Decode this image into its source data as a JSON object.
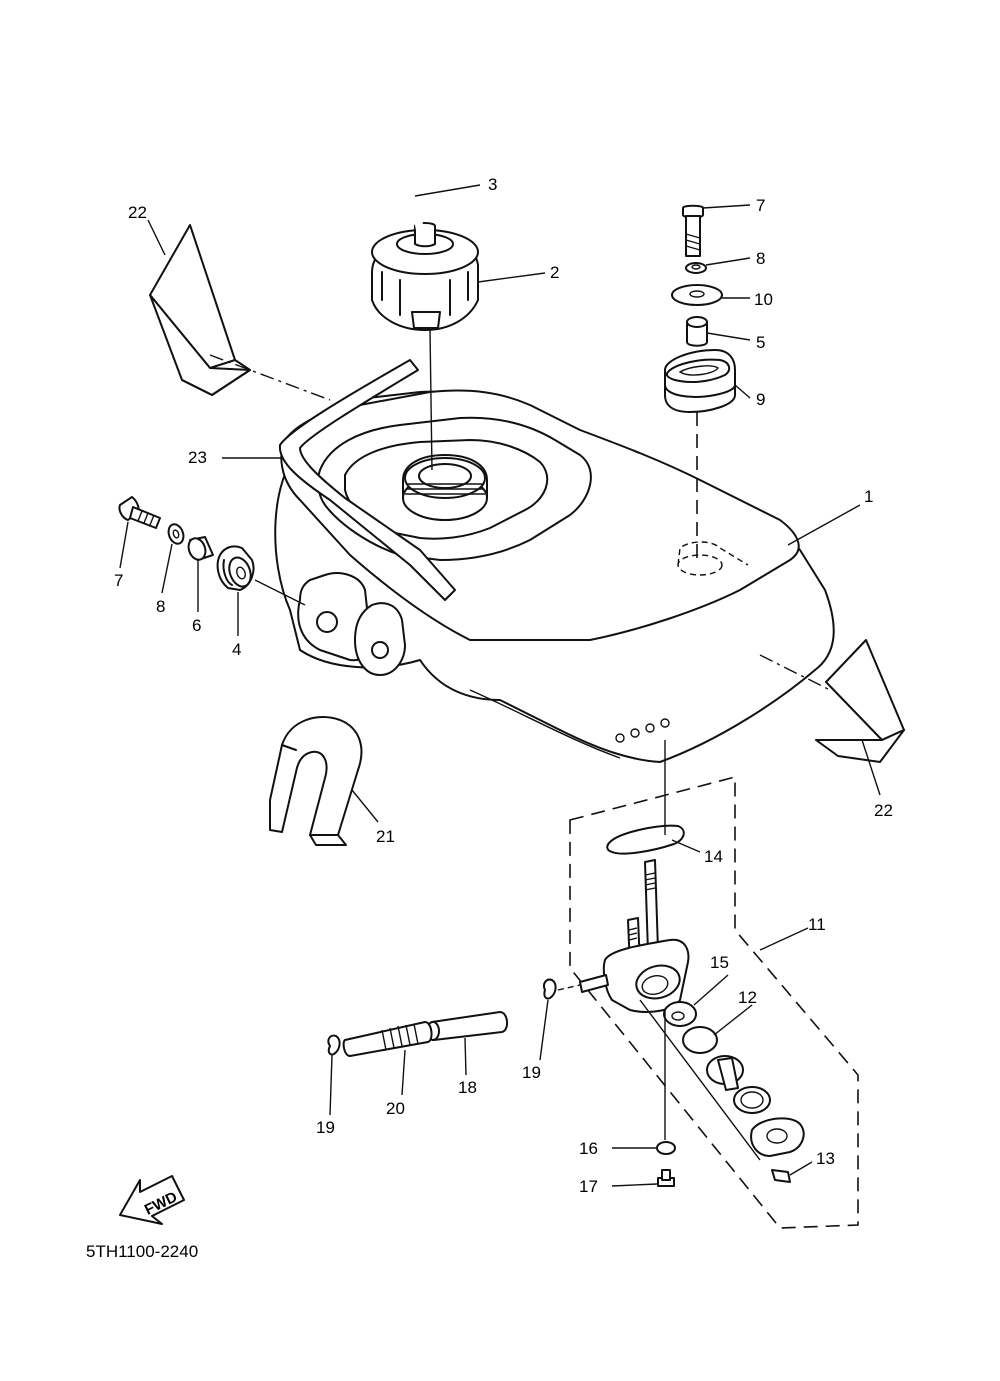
{
  "diagram": {
    "callouts": [
      {
        "id": "p1",
        "label": "1"
      },
      {
        "id": "p2",
        "label": "2"
      },
      {
        "id": "p3",
        "label": "3"
      },
      {
        "id": "p4",
        "label": "4"
      },
      {
        "id": "p5",
        "label": "5"
      },
      {
        "id": "p6",
        "label": "6"
      },
      {
        "id": "p7a",
        "label": "7"
      },
      {
        "id": "p7b",
        "label": "7"
      },
      {
        "id": "p8a",
        "label": "8"
      },
      {
        "id": "p8b",
        "label": "8"
      },
      {
        "id": "p9",
        "label": "9"
      },
      {
        "id": "p10",
        "label": "10"
      },
      {
        "id": "p11",
        "label": "11"
      },
      {
        "id": "p12",
        "label": "12"
      },
      {
        "id": "p13",
        "label": "13"
      },
      {
        "id": "p14",
        "label": "14"
      },
      {
        "id": "p15",
        "label": "15"
      },
      {
        "id": "p16",
        "label": "16"
      },
      {
        "id": "p17",
        "label": "17"
      },
      {
        "id": "p18",
        "label": "18"
      },
      {
        "id": "p19a",
        "label": "19"
      },
      {
        "id": "p19b",
        "label": "19"
      },
      {
        "id": "p20",
        "label": "20"
      },
      {
        "id": "p21",
        "label": "21"
      },
      {
        "id": "p22a",
        "label": "22"
      },
      {
        "id": "p22b",
        "label": "22"
      },
      {
        "id": "p23",
        "label": "23"
      }
    ],
    "fwd_label": "FWD",
    "drawing_code": "5TH1100-2240"
  }
}
